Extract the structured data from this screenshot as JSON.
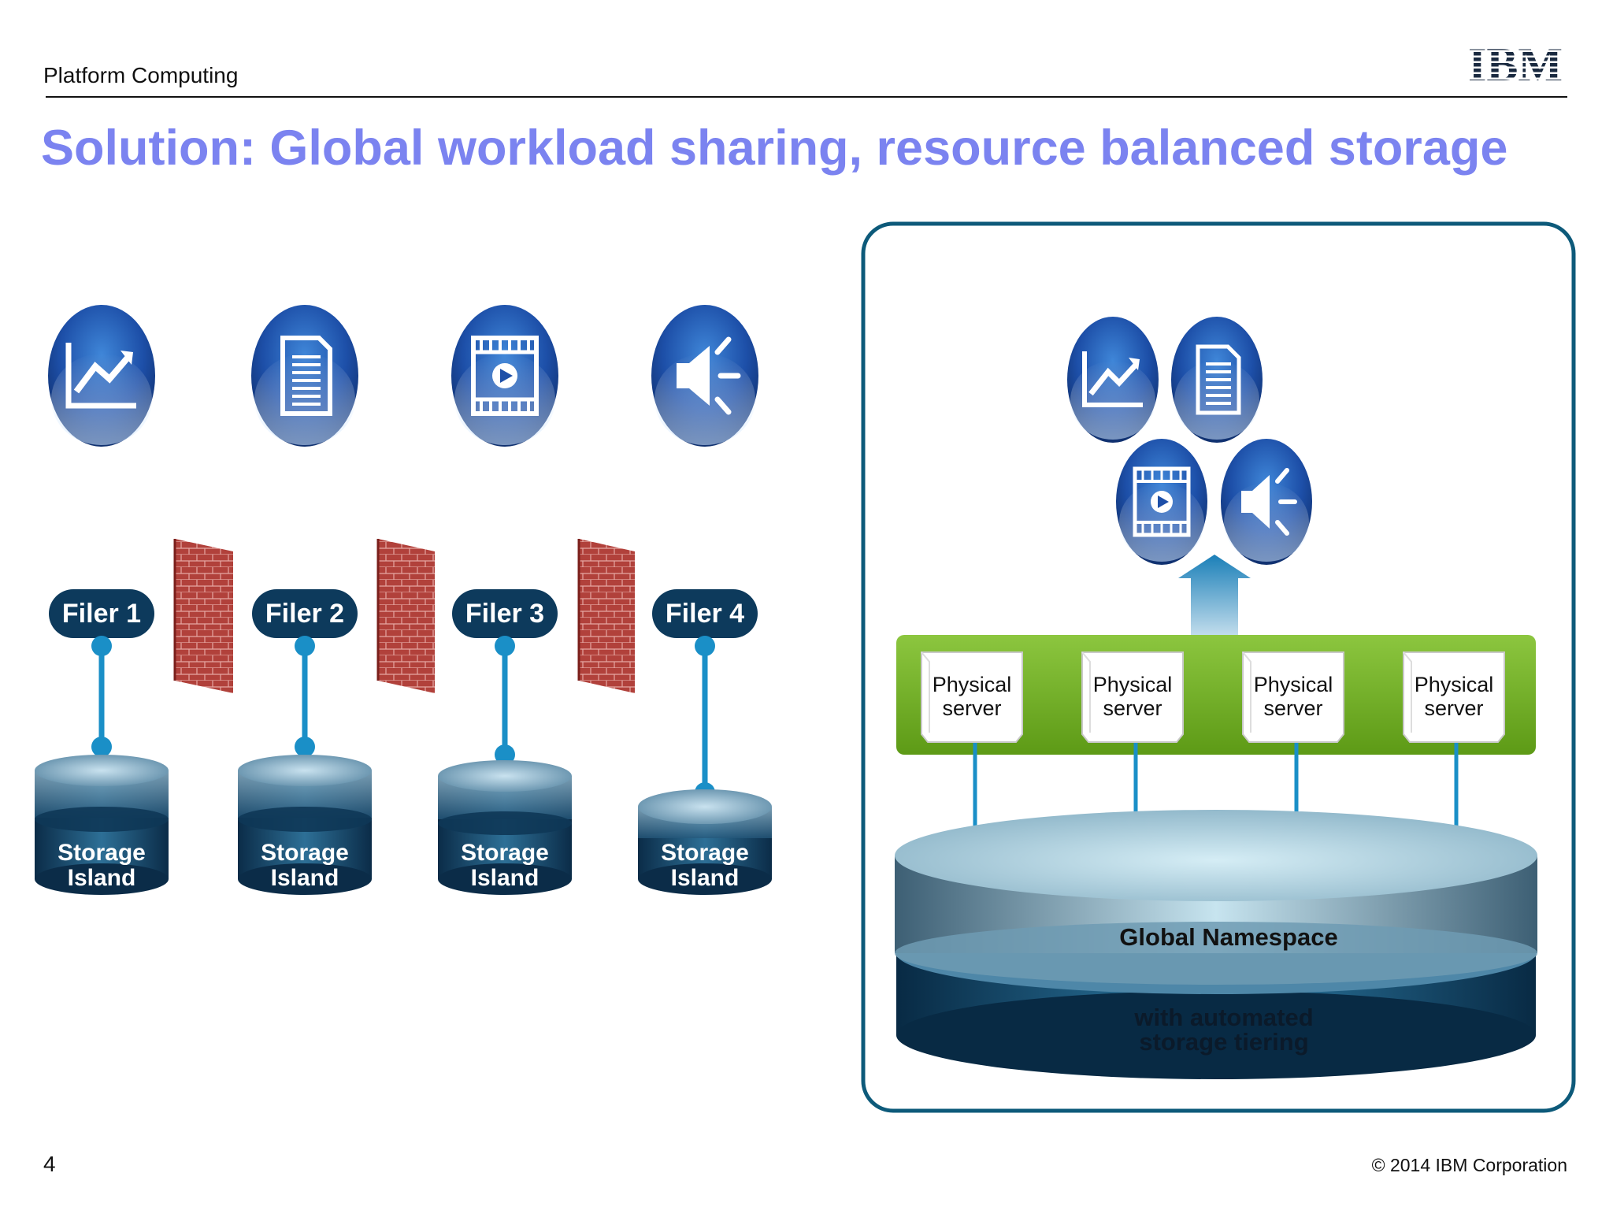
{
  "header": {
    "section_label": "Platform Computing",
    "logo_text": "IBM"
  },
  "slide": {
    "title": "Solution: Global workload sharing, resource balanced storage",
    "page_number": "4",
    "copyright": "© 2014 IBM Corporation"
  },
  "left_panel": {
    "app_icons": [
      "chart-icon",
      "document-icon",
      "video-icon",
      "audio-icon"
    ],
    "filers": [
      "Filer 1",
      "Filer 2",
      "Filer 3",
      "Filer 4"
    ],
    "storage_islands": [
      {
        "line1": "Storage",
        "line2": "Island"
      },
      {
        "line1": "Storage",
        "line2": "Island"
      },
      {
        "line1": "Storage",
        "line2": "Island"
      },
      {
        "line1": "Storage",
        "line2": "Island"
      }
    ],
    "firewall_count_icon": "brick-firewall-icon"
  },
  "right_panel": {
    "app_icons": [
      "chart-icon",
      "document-icon",
      "video-icon",
      "audio-icon"
    ],
    "servers": [
      {
        "line1": "Physical",
        "line2": "server"
      },
      {
        "line1": "Physical",
        "line2": "server"
      },
      {
        "line1": "Physical",
        "line2": "server"
      },
      {
        "line1": "Physical",
        "line2": "server"
      }
    ],
    "namespace_label": "Global Namespace",
    "tiering_line1": "with automated",
    "tiering_line2": "storage tiering"
  },
  "colors": {
    "title": "#7b83f0",
    "icon_blue": "#1d4fa8",
    "filer_navy": "#0d3a5c",
    "connector": "#1a8fc7",
    "server_bar": "#6fae1c",
    "panel_border": "#0d5a7a"
  }
}
